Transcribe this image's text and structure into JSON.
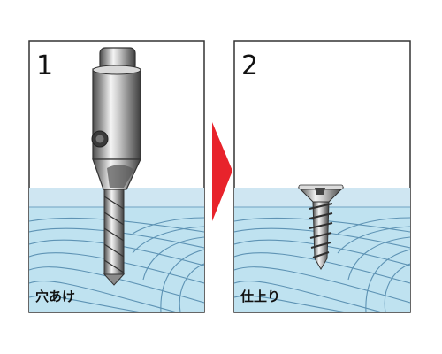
{
  "steps": [
    {
      "number": "1",
      "caption": "穴あけ"
    },
    {
      "number": "2",
      "caption": "仕上り"
    }
  ],
  "colors": {
    "wood_surface": "#cfe6f2",
    "wood_body": "#bfe2f0",
    "grain": "#5e93b4",
    "arrow": "#e8232b",
    "metal_dark": "#5a5a5a",
    "metal_light": "#f2f2f2"
  }
}
